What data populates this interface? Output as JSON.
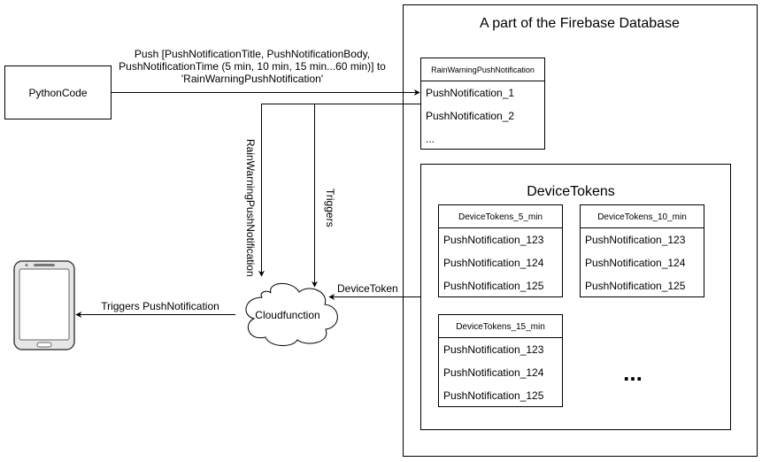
{
  "python_box": {
    "label": "PythonCode"
  },
  "push_label": {
    "line1": "Push [PushNotificationTitle, PushNotificationBody,",
    "line2": "PushNotificationTime (5 min, 10 min, 15 min...60 min)] to",
    "line3": "'RainWarningPushNotification'"
  },
  "firebase": {
    "title": "A part of the Firebase Database",
    "rain_table": {
      "header": "RainWarningPushNotification",
      "rows": [
        "PushNotification_1",
        "PushNotification_2",
        "..."
      ]
    },
    "device_tokens": {
      "title": "DeviceTokens",
      "ellipsis": "...",
      "tables": [
        {
          "header": "DeviceTokens_5_min",
          "rows": [
            "PushNotification_123",
            "PushNotification_124",
            "PushNotification_125"
          ]
        },
        {
          "header": "DeviceTokens_10_min",
          "rows": [
            "PushNotification_123",
            "PushNotification_124",
            "PushNotification_125"
          ]
        },
        {
          "header": "DeviceTokens_15_min",
          "rows": [
            "PushNotification_123",
            "PushNotification_124",
            "PushNotification_125"
          ]
        }
      ]
    }
  },
  "edges": {
    "rain_warning_vertical": "RainWarningPushNotification",
    "triggers_vertical": "Triggers",
    "device_token": "DeviceToken",
    "triggers_push": "Triggers PushNotification"
  },
  "cloud": {
    "label": "Cloudfunction"
  },
  "phone": {
    "icon": "smartphone-icon"
  }
}
